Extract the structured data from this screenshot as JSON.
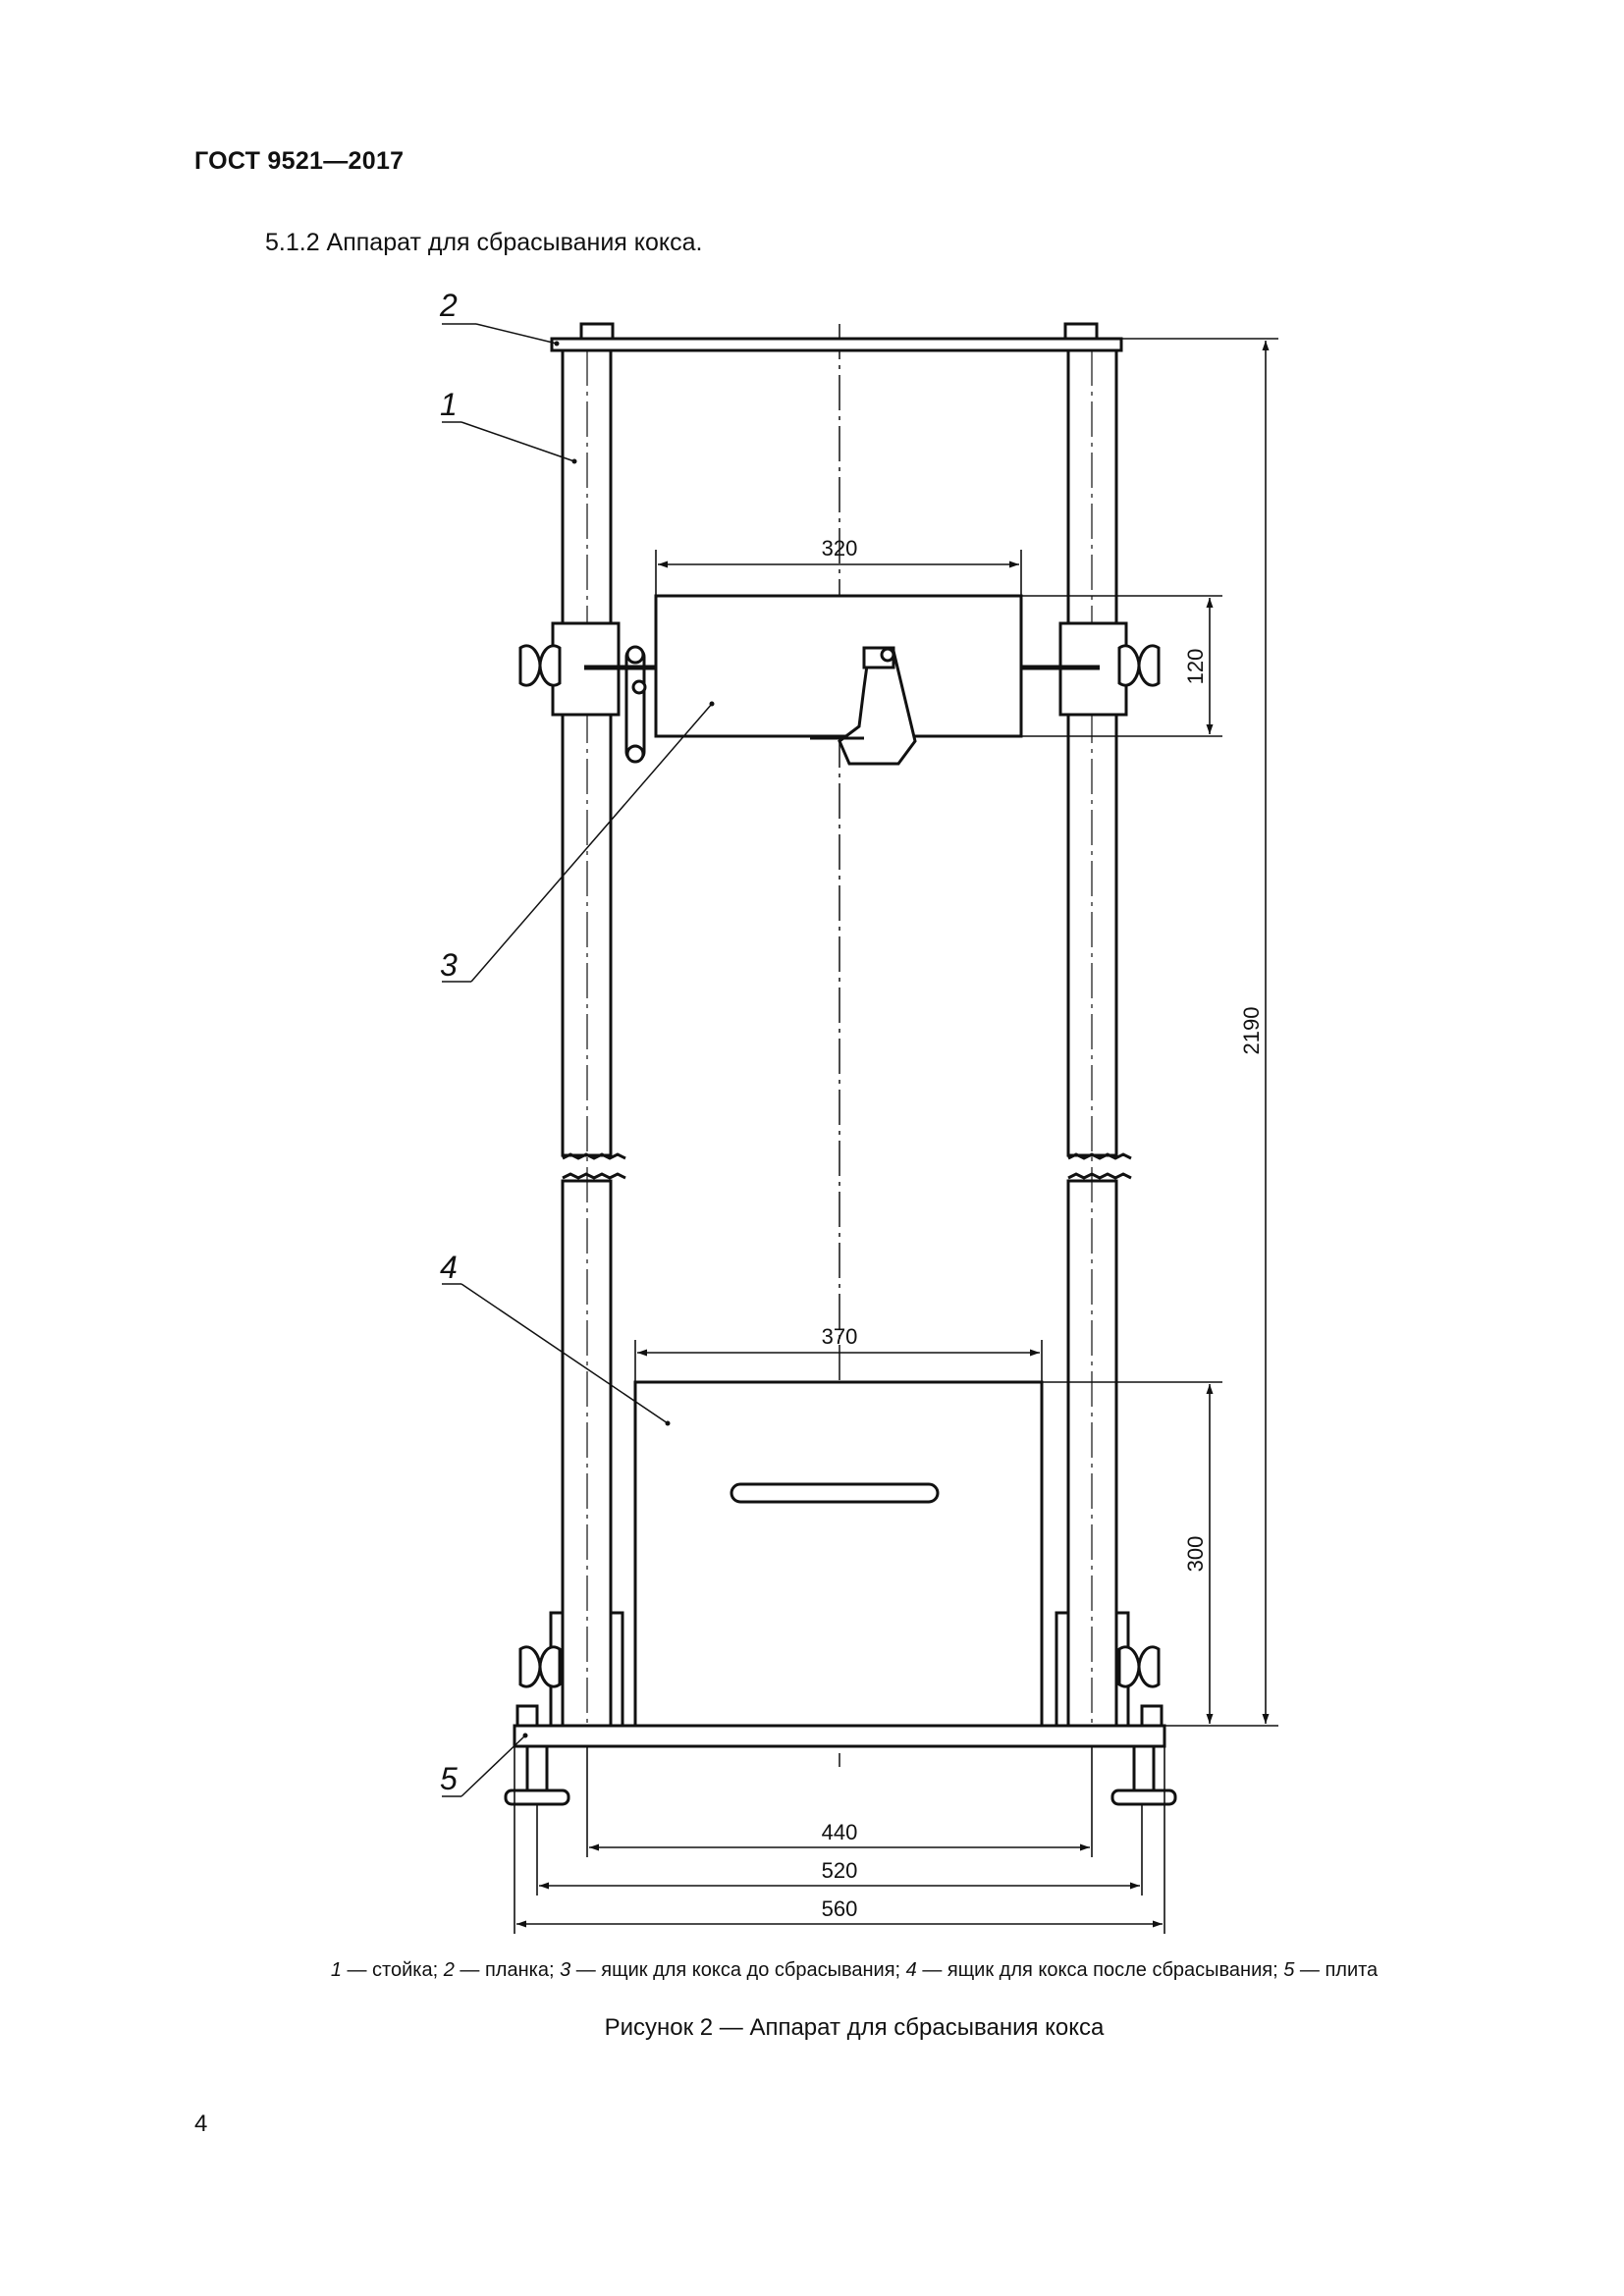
{
  "header": {
    "doc_id": "ГОСТ 9521—2017"
  },
  "section": {
    "text": "5.1.2  Аппарат для сбрасывания кокса."
  },
  "figure": {
    "dimensions": {
      "d320": "320",
      "d120": "120",
      "d2190": "2190",
      "d370": "370",
      "d300": "300",
      "d440": "440",
      "d520": "520",
      "d560": "560"
    },
    "labels": {
      "l1": "1",
      "l2": "2",
      "l3": "3",
      "l4": "4",
      "l5": "5"
    },
    "legend": {
      "n1": "1",
      "t1": " — стойка; ",
      "n2": "2",
      "t2": " — планка; ",
      "n3": "3",
      "t3": " — ящик для кокса до сбрасывания;  ",
      "n4": "4",
      "t4": " — ящик для кокса после сбрасывания; ",
      "n5": "5",
      "t5": " — плита"
    },
    "caption": "Рисунок 2 — Аппарат для сбрасывания кокса"
  },
  "page": {
    "number": "4"
  }
}
